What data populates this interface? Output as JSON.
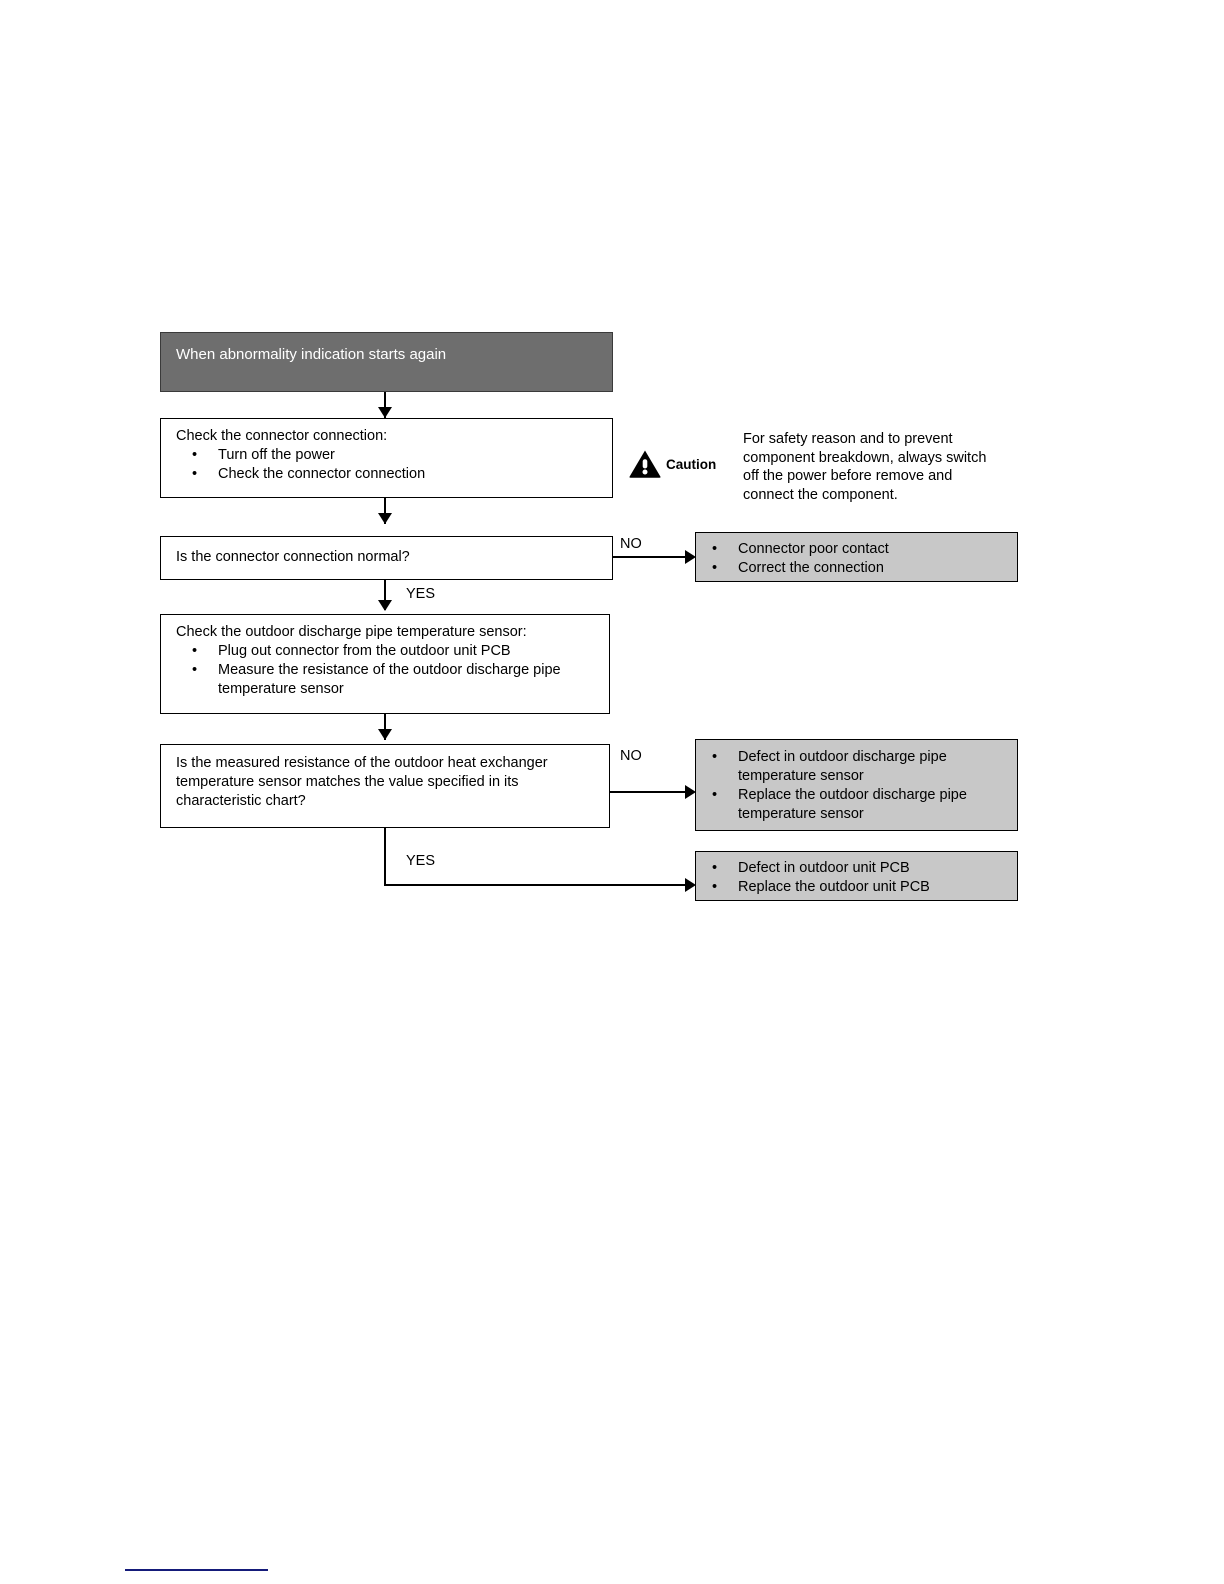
{
  "diagram": {
    "type": "troubleshooting-flowchart",
    "start_node": {
      "label": "When abnormality indication starts again"
    },
    "process_1": {
      "heading": "Check the connector connection:",
      "bullets": [
        "Turn off the power",
        "Check the connector connection"
      ]
    },
    "decision_1": {
      "question": "Is the connector connection normal?",
      "no_label": "NO",
      "yes_label": "YES"
    },
    "result_1": {
      "bullets": [
        "Connector poor contact",
        "Correct the connection"
      ]
    },
    "process_2": {
      "heading": "Check the outdoor discharge pipe temperature sensor:",
      "bullets": [
        "Plug out connector from the outdoor unit PCB",
        "Measure the resistance of the outdoor discharge pipe\ntemperature sensor"
      ]
    },
    "decision_2": {
      "question": "Is the measured resistance of the outdoor heat exchanger\ntemperature sensor matches the value specified in its\ncharacteristic chart?",
      "no_label": "NO",
      "yes_label": "YES"
    },
    "result_2": {
      "bullets": [
        "Defect in outdoor discharge pipe\ntemperature sensor",
        "Replace the outdoor discharge pipe\ntemperature sensor"
      ]
    },
    "result_3": {
      "bullets": [
        "Defect in outdoor unit PCB",
        "Replace the outdoor unit PCB"
      ]
    },
    "caution": {
      "icon": "warning-triangle-icon",
      "word": "Caution",
      "text": "For safety reason and to prevent\ncomponent breakdown, always switch\noff the power before remove and\nconnect the component."
    },
    "bullet_glyph": "•",
    "colors": {
      "start_fill": "#6e6e6e",
      "result_fill": "#c8c8c8",
      "border": "#000000",
      "footer_rule": "#151b7a",
      "text": "#000000",
      "start_text": "#ffffff"
    }
  }
}
